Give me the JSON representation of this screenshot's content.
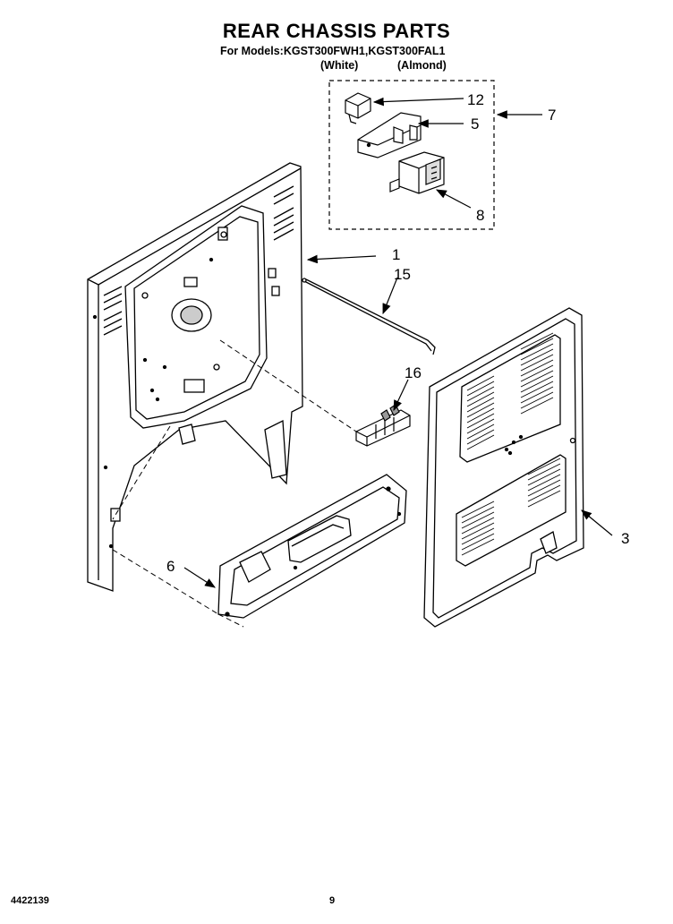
{
  "header": {
    "title": "REAR CHASSIS PARTS",
    "models_prefix": "For Models:",
    "model_white": "KGST300FWH1",
    "model_almond": "KGST300FAL1",
    "variant_white": "(White)",
    "variant_almond": "(Almond)"
  },
  "callouts": {
    "c1": "1",
    "c3": "3",
    "c5": "5",
    "c6": "6",
    "c7": "7",
    "c8": "8",
    "c12": "12",
    "c15": "15",
    "c16": "16"
  },
  "footer": {
    "doc_number": "4422139",
    "page_number": "9"
  }
}
